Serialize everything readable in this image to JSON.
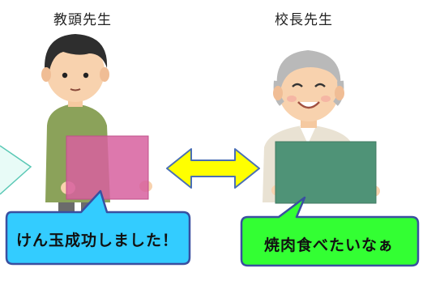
{
  "left_person": {
    "name": "教頭先生",
    "speech": "けん玉成功しました！"
  },
  "right_person": {
    "name": "校長先生",
    "speech": "焼肉食べたいなぁ"
  },
  "colors": {
    "left_bubble": "#33ccff",
    "right_bubble": "#33ff33",
    "left_board": "#d7609f",
    "right_board": "#4f9377",
    "arrow_fill": "#ffff00",
    "arrow_stroke": "#4a6fb5",
    "outline": "#3a4fa0"
  },
  "icons": [
    "teacher-illustration",
    "principal-illustration",
    "double-arrow-icon"
  ]
}
